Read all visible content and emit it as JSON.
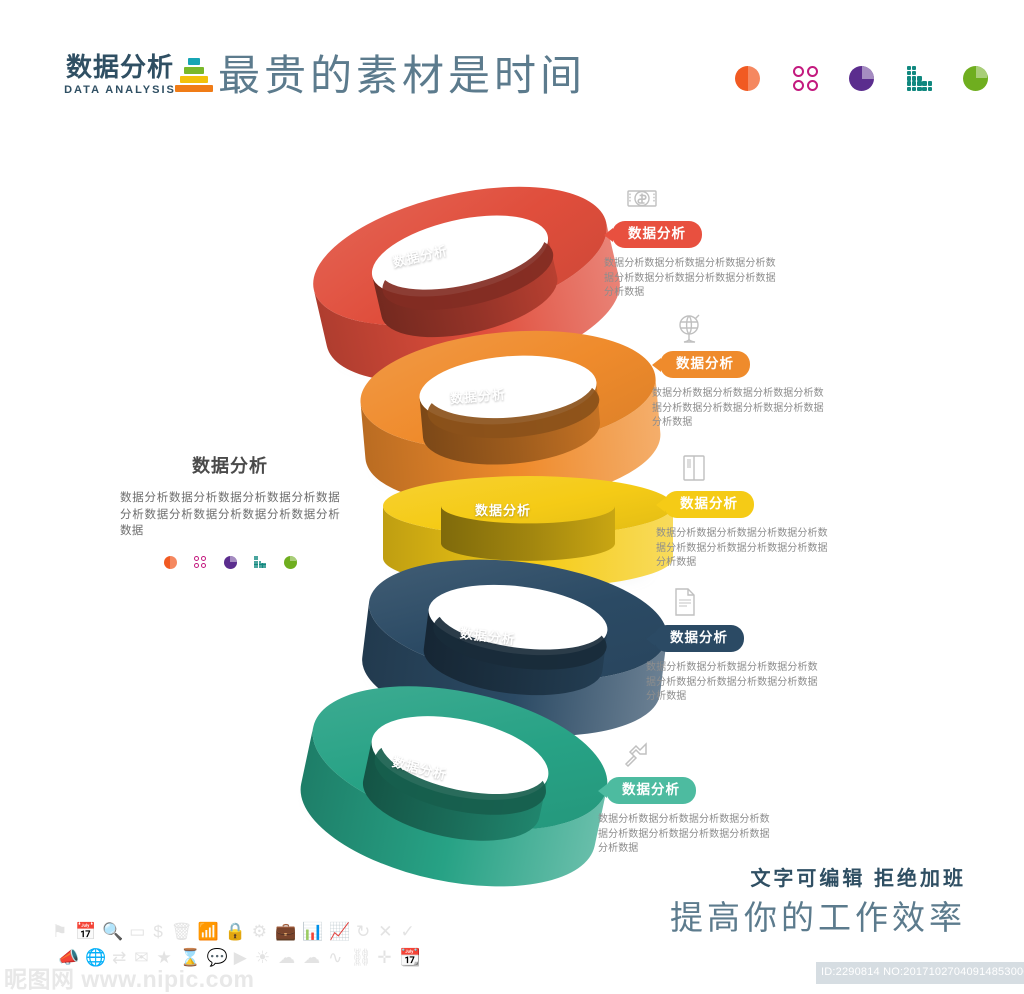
{
  "header": {
    "logo_cn": "数据分析",
    "logo_en": "DATA ANALYSIS",
    "headline": "最贵的素材是时间",
    "pyramid_colors": [
      "#17a5b4",
      "#7ab82a",
      "#f2c10b",
      "#f07c17"
    ],
    "icons": [
      {
        "name": "pie-half-icon",
        "color": "#f15a22"
      },
      {
        "name": "four-dots-icon",
        "color": "#c3197e"
      },
      {
        "name": "pie-chart-icon",
        "color": "#5b2d8e"
      },
      {
        "name": "dot-matrix-bar-icon",
        "color": "#11887f"
      },
      {
        "name": "pie-slice-icon",
        "color": "#6fae1f"
      }
    ]
  },
  "left_block": {
    "title": "数据分析",
    "body": "数据分析数据分析数据分析数据分析数据分析数据分析数据分析数据分析数据分析数据",
    "icons": [
      {
        "name": "pie-half-icon",
        "color": "#f15a22"
      },
      {
        "name": "four-dots-icon",
        "color": "#c3197e"
      },
      {
        "name": "pie-chart-icon",
        "color": "#5b2d8e"
      },
      {
        "name": "dot-matrix-bar-icon",
        "color": "#11887f"
      },
      {
        "name": "pie-slice-icon",
        "color": "#6fae1f"
      }
    ]
  },
  "rings": [
    {
      "label": "数据分析",
      "color": "#e04e3c",
      "color_dark": "#a83226",
      "color_light": "#ef7f6c",
      "color_inner": "#8e2b20"
    },
    {
      "label": "数据分析",
      "color": "#ef8b2c",
      "color_dark": "#bf6412",
      "color_light": "#f6ab5c",
      "color_inner": "#a65b10"
    },
    {
      "label": "数据分析",
      "color": "#f5cb16",
      "color_dark": "#cfa406",
      "color_light": "#fadf5e",
      "color_inner": "#c99b05"
    },
    {
      "label": "数据分析",
      "color": "#2b4a64",
      "color_dark": "#1c3246",
      "color_light": "#52718c",
      "color_inner": "#1a2e40"
    },
    {
      "label": "数据分析",
      "color": "#27a285",
      "color_dark": "#157a63",
      "color_light": "#55c0a6",
      "color_inner": "#10705b"
    }
  ],
  "callouts": [
    {
      "icon": "money-coin-icon",
      "pill_label": "数据分析",
      "color": "#e8503f",
      "body": "数据分析数据分析数据分析数据分析数据分析数据分析数据分析数据分析数据分析数据"
    },
    {
      "icon": "globe-icon",
      "pill_label": "数据分析",
      "color": "#ef8b2c",
      "body": "数据分析数据分析数据分析数据分析数据分析数据分析数据分析数据分析数据分析数据"
    },
    {
      "icon": "book-icon",
      "pill_label": "数据分析",
      "color": "#f5cb16",
      "body": "数据分析数据分析数据分析数据分析数据分析数据分析数据分析数据分析数据分析数据"
    },
    {
      "icon": "document-icon",
      "pill_label": "数据分析",
      "color": "#2b4a64",
      "body": "数据分析数据分析数据分析数据分析数据分析数据分析数据分析数据分析数据分析数据"
    },
    {
      "icon": "share-arrow-icon",
      "pill_label": "数据分析",
      "color": "#4dbba0",
      "body": "数据分析数据分析数据分析数据分析数据分析数据分析数据分析数据分析数据分析数据"
    }
  ],
  "footer": {
    "line1": "文字可编辑  拒绝加班",
    "line2": "提高你的工作效率",
    "watermark_id": "ID:2290814 NO:20171027040914853000",
    "watermark_brand": "昵图网 www.nipic.com",
    "watermark_icons_row1": [
      "⚑",
      "📅",
      "🔍",
      "▭",
      "$",
      "🗑",
      "📶",
      "🔒",
      "⚙",
      "💼",
      "📊",
      "📈",
      "↻",
      "✕",
      "✓"
    ],
    "watermark_icons_row2": [
      "📣",
      "🌐",
      "⇄",
      "✉",
      "★",
      "⌛",
      "💬",
      "▶",
      "☀",
      "☁",
      "☁",
      "∿",
      "⛓",
      "✛",
      "📆"
    ]
  }
}
